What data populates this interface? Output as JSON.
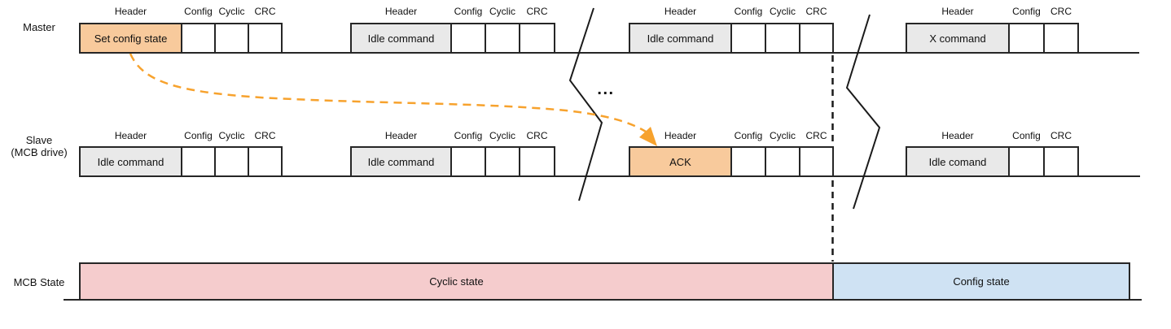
{
  "colors": {
    "orange": "#f8ca9c",
    "gray": "#e9e9e9",
    "pink": "#f5cccd",
    "blue": "#cfe2f3",
    "arrow": "#f7a22d",
    "line": "#262626"
  },
  "ellipsis": "...",
  "master": {
    "label": "Master",
    "frames": [
      {
        "header_label": "Header",
        "command": "Set config state",
        "fields": [
          "Config",
          "Cyclic",
          "CRC"
        ],
        "style": "orange"
      },
      {
        "header_label": "Header",
        "command": "Idle command",
        "fields": [
          "Config",
          "Cyclic",
          "CRC"
        ],
        "style": "gray"
      },
      {
        "header_label": "Header",
        "command": "Idle command",
        "fields": [
          "Config",
          "Cyclic",
          "CRC"
        ],
        "style": "gray"
      },
      {
        "header_label": "Header",
        "command": "X command",
        "fields": [
          "Config",
          "CRC"
        ],
        "style": "gray"
      }
    ]
  },
  "slave": {
    "label": "Slave",
    "sublabel": "(MCB drive)",
    "frames": [
      {
        "header_label": "Header",
        "command": "Idle command",
        "fields": [
          "Config",
          "Cyclic",
          "CRC"
        ],
        "style": "gray"
      },
      {
        "header_label": "Header",
        "command": "Idle command",
        "fields": [
          "Config",
          "Cyclic",
          "CRC"
        ],
        "style": "gray"
      },
      {
        "header_label": "Header",
        "command": "ACK",
        "fields": [
          "Config",
          "Cyclic",
          "CRC"
        ],
        "style": "orange"
      },
      {
        "header_label": "Header",
        "command": "Idle comand",
        "fields": [
          "Config",
          "CRC"
        ],
        "style": "gray"
      }
    ]
  },
  "mcb": {
    "label": "MCB State",
    "segments": [
      {
        "label": "Cyclic state",
        "color": "pink"
      },
      {
        "label": "Config state",
        "color": "blue"
      }
    ]
  }
}
